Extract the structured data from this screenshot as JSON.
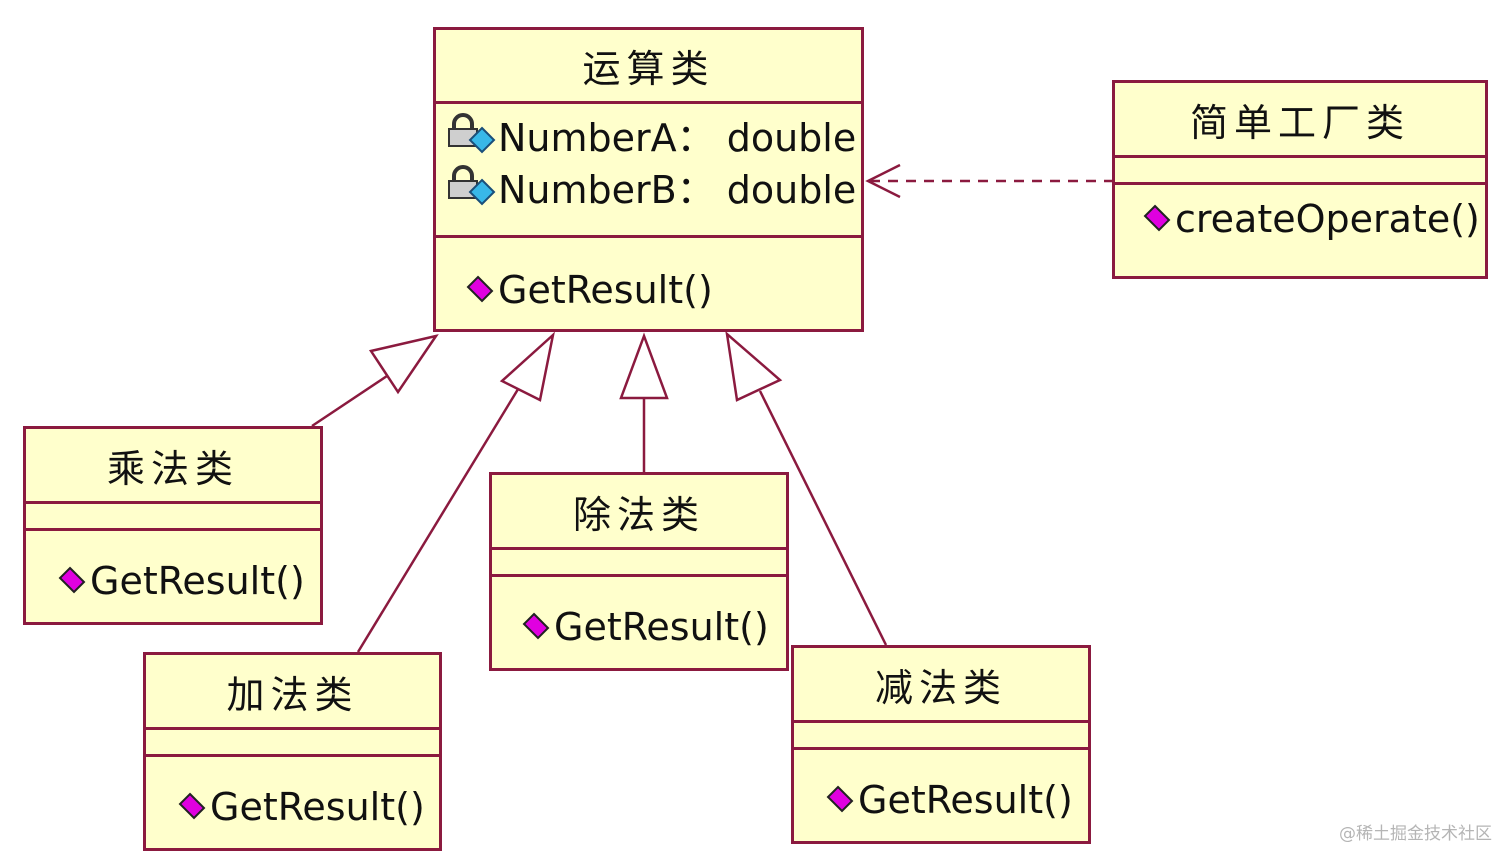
{
  "colors": {
    "border": "#8b1a3f",
    "fill": "#ffffcc",
    "method_icon": "#e000e0",
    "attr_icon": "#38b8e8"
  },
  "icons": {
    "method": "purple-diamond-icon",
    "private_attribute": "lock-key-icon"
  },
  "classes": {
    "operation": {
      "name": "运算类",
      "attributes": [
        "NumberA： double",
        "NumberB： double"
      ],
      "methods": [
        "GetResult()"
      ]
    },
    "factory": {
      "name": "简单工厂类",
      "methods": [
        "createOperate()"
      ]
    },
    "multiply": {
      "name": "乘法类",
      "methods": [
        "GetResult()"
      ]
    },
    "add": {
      "name": "加法类",
      "methods": [
        "GetResult()"
      ]
    },
    "divide": {
      "name": "除法类",
      "methods": [
        "GetResult()"
      ]
    },
    "subtract": {
      "name": "减法类",
      "methods": [
        "GetResult()"
      ]
    }
  },
  "relationships": [
    {
      "type": "generalization",
      "from": "multiply",
      "to": "operation"
    },
    {
      "type": "generalization",
      "from": "add",
      "to": "operation"
    },
    {
      "type": "generalization",
      "from": "divide",
      "to": "operation"
    },
    {
      "type": "generalization",
      "from": "subtract",
      "to": "operation"
    },
    {
      "type": "dependency",
      "from": "factory",
      "to": "operation"
    }
  ],
  "watermark": "@稀土掘金技术社区"
}
